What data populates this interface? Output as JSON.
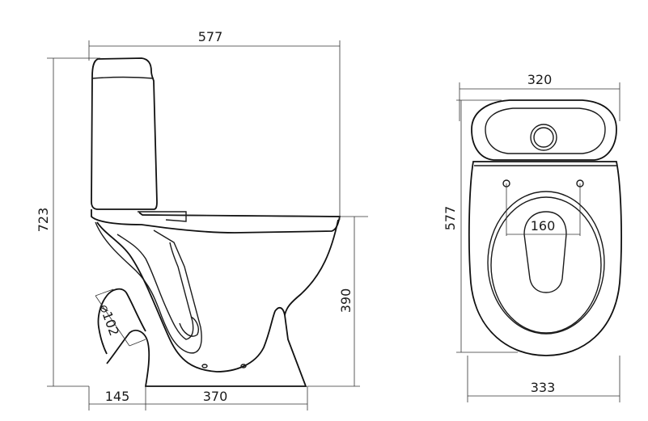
{
  "side_view": {
    "dims": {
      "overall_width": "577",
      "overall_height": "723",
      "bowl_height": "390",
      "outlet_offset": "145",
      "base_length": "370",
      "outlet_diameter": "⌀102"
    }
  },
  "top_view": {
    "dims": {
      "tank_width": "320",
      "depth": "577",
      "base_width": "333",
      "mount_spacing": "160"
    }
  }
}
